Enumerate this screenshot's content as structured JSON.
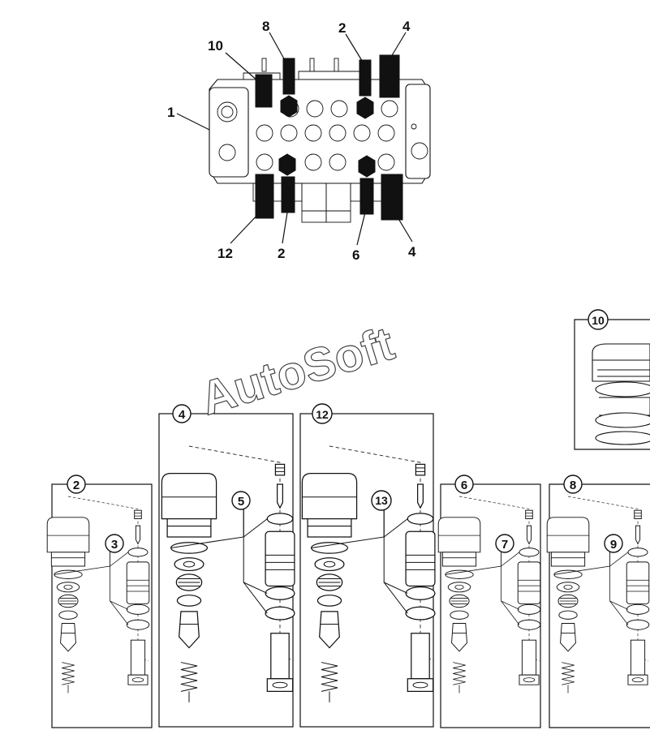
{
  "assembly": {
    "callouts": {
      "c1": "1",
      "c10": "10",
      "c8": "8",
      "c2_top": "2",
      "c4_top": "4",
      "c12": "12",
      "c2_bottom": "2",
      "c6": "6",
      "c4_bottom": "4"
    }
  },
  "panels": {
    "p2": {
      "id": "2",
      "seal": "3"
    },
    "p4": {
      "id": "4",
      "seal": "5"
    },
    "p12": {
      "id": "12",
      "seal": "13"
    },
    "p6": {
      "id": "6",
      "seal": "7"
    },
    "p8": {
      "id": "8",
      "seal": "9"
    },
    "p10": {
      "id": "10"
    }
  },
  "watermark": "AutoSoft",
  "colors": {
    "ink": "#111111",
    "paper": "#ffffff"
  }
}
